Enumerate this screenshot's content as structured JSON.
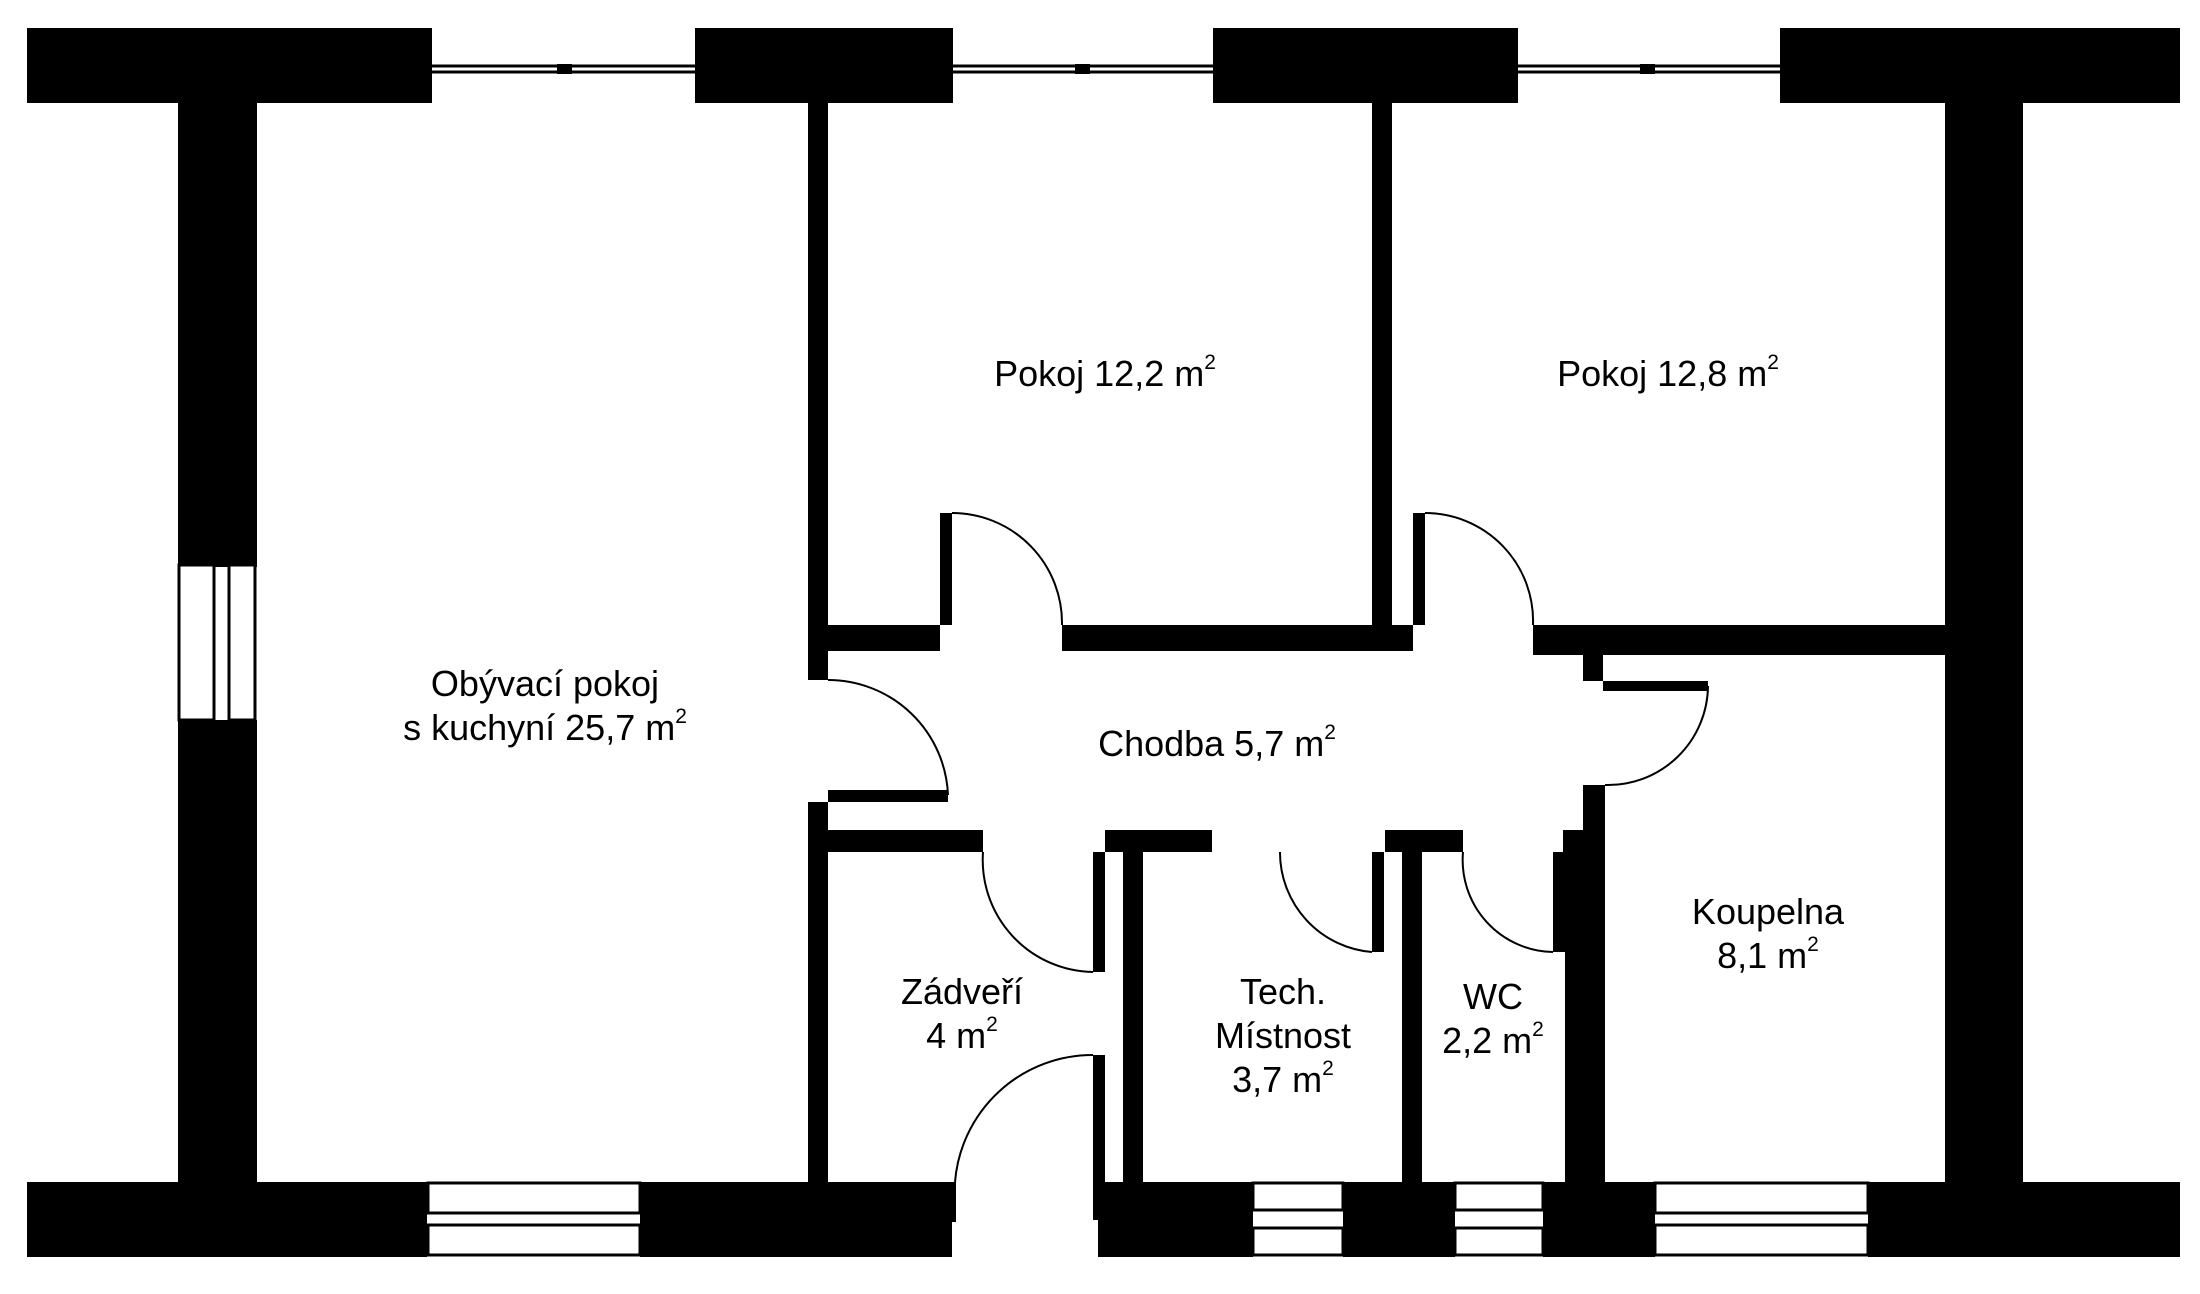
{
  "rooms": [
    {
      "id": "living",
      "lines": [
        "Obývací pokoj",
        "s kuchyní 25,7 m"
      ],
      "sup": "2"
    },
    {
      "id": "room1",
      "lines": [
        "Pokoj 12,2 m"
      ],
      "sup": "2"
    },
    {
      "id": "room2",
      "lines": [
        "Pokoj 12,8 m"
      ],
      "sup": "2"
    },
    {
      "id": "hall",
      "lines": [
        "Chodba 5,7 m"
      ],
      "sup": "2"
    },
    {
      "id": "vestibule",
      "lines": [
        "Zádveří",
        "4 m"
      ],
      "sup": "2"
    },
    {
      "id": "tech",
      "lines": [
        "Tech.",
        "Místnost",
        "3,7 m"
      ],
      "sup": "2"
    },
    {
      "id": "wc",
      "lines": [
        "WC",
        "2,2 m"
      ],
      "sup": "2"
    },
    {
      "id": "bath",
      "lines": [
        "Koupelna",
        "8,1 m"
      ],
      "sup": "2"
    }
  ],
  "colors": {
    "wall": "#000000",
    "background": "#ffffff"
  }
}
